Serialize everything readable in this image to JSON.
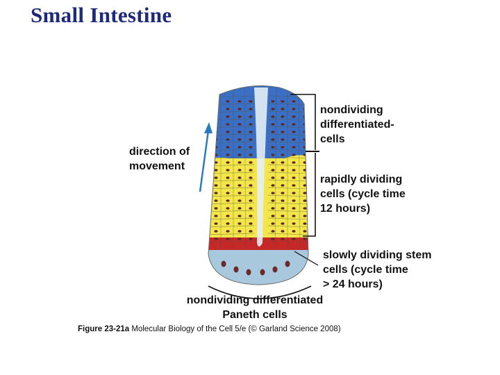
{
  "title": "Small Intestine",
  "labels": {
    "direction": [
      "direction of",
      "movement"
    ],
    "nondividing_top": [
      "nondividing",
      "differentiated-",
      "cells"
    ],
    "rapidly": [
      "rapidly dividing",
      "cells (cycle time",
      "12 hours)"
    ],
    "slowly": [
      "slowly dividing stem",
      "cells (cycle time",
      "> 24 hours)"
    ],
    "paneth": [
      "nondividing differentiated",
      "Paneth cells"
    ]
  },
  "caption": {
    "figure": "Figure 23-21a",
    "text": "Molecular Biology of the Cell 5/e (© Garland Science 2008)"
  },
  "colors": {
    "title": "#1f2a7a",
    "differentiated_cells": "#3a6fc4",
    "dividing_cells": "#f2e64a",
    "stem_cells": "#c62828",
    "paneth_cells": "#a8c8de",
    "arrow": "#2a7ac0"
  }
}
